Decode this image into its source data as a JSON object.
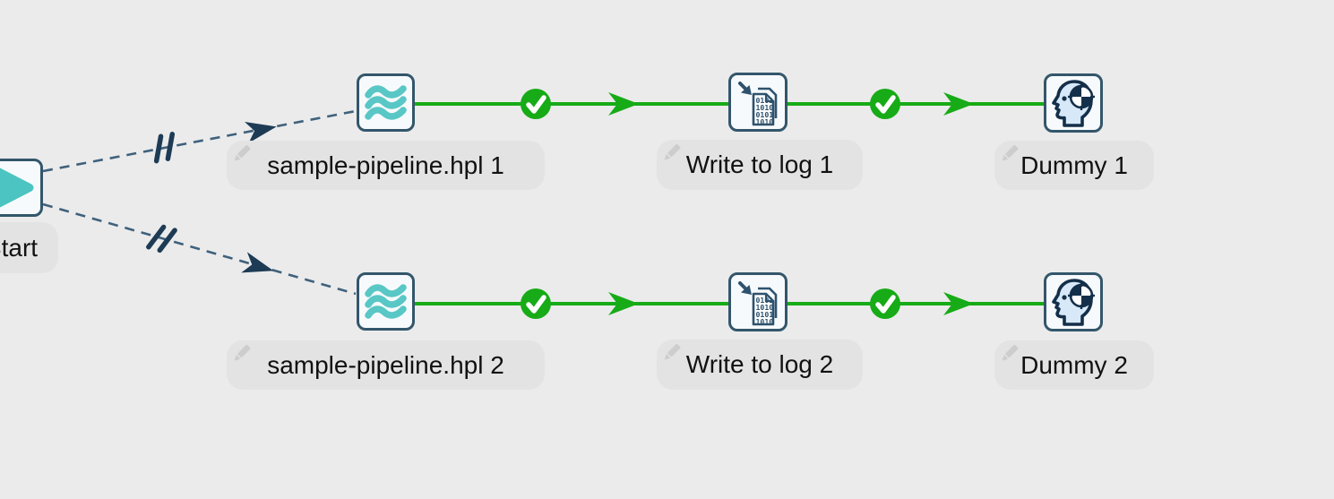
{
  "canvas": {
    "background": "#ebebeb"
  },
  "colors": {
    "node_border": "#33566b",
    "node_fill": "#f7fafc",
    "teal_accent": "#4cc4c1",
    "hop_dashed_line": "#3f617c",
    "hop_arrow_dark": "#1d3b55",
    "success_green": "#17ab17",
    "label_background": "#e3e3e3",
    "label_text": "#111111"
  },
  "start_action": {
    "label": "Start",
    "icon": "play-triangle-icon"
  },
  "branches": [
    {
      "actions": [
        {
          "label": "sample-pipeline.hpl 1",
          "icon": "pipeline-waves-icon"
        },
        {
          "label": "Write to log 1",
          "icon": "binary-document-icon"
        },
        {
          "label": "Dummy 1",
          "icon": "head-target-icon"
        }
      ]
    },
    {
      "actions": [
        {
          "label": "sample-pipeline.hpl 2",
          "icon": "pipeline-waves-icon"
        },
        {
          "label": "Write to log 2",
          "icon": "binary-document-icon"
        },
        {
          "label": "Dummy 2",
          "icon": "head-target-icon"
        }
      ]
    }
  ],
  "write_log_icon": {
    "binary_lines": [
      "0101",
      "1010",
      "0101",
      "1010"
    ]
  },
  "hops": [
    {
      "from": "Start",
      "to": "sample-pipeline.hpl 1",
      "type": "parallel-dashed"
    },
    {
      "from": "Start",
      "to": "sample-pipeline.hpl 2",
      "type": "parallel-dashed"
    },
    {
      "from": "sample-pipeline.hpl 1",
      "to": "Write to log 1",
      "type": "success-green"
    },
    {
      "from": "Write to log 1",
      "to": "Dummy 1",
      "type": "success-green"
    },
    {
      "from": "sample-pipeline.hpl 2",
      "to": "Write to log 2",
      "type": "success-green"
    },
    {
      "from": "Write to log 2",
      "to": "Dummy 2",
      "type": "success-green"
    }
  ]
}
